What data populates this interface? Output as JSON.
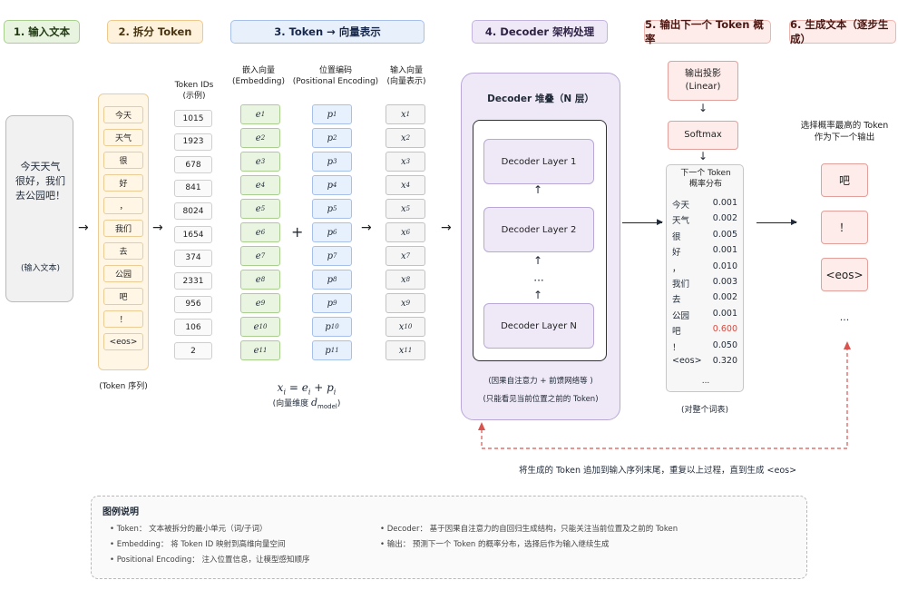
{
  "stages": [
    {
      "label": "1. 输入文本"
    },
    {
      "label": "2. 拆分 Token"
    },
    {
      "label": "3. Token → 向量表示"
    },
    {
      "label": "4. Decoder 架构处理"
    },
    {
      "label": "5. 输出下一个 Token 概率"
    },
    {
      "label": "6. 生成文本（逐步生成）"
    }
  ],
  "input": {
    "lines": [
      "今天天气",
      "很好，我们",
      "去公园吧！"
    ],
    "caption": "(输入文本)"
  },
  "tokens": {
    "items": [
      "今天",
      "天气",
      "很",
      "好",
      "，",
      "我们",
      "去",
      "公园",
      "吧",
      "！",
      "<eos>"
    ],
    "caption": "(Token 序列)"
  },
  "token_ids": {
    "header": [
      "Token IDs",
      "(示例)"
    ],
    "values": [
      "1015",
      "1923",
      "678",
      "841",
      "8024",
      "1654",
      "374",
      "2331",
      "956",
      "106",
      "2"
    ]
  },
  "embedding": {
    "header": [
      "嵌入向量",
      "(Embedding)"
    ],
    "symbol": "e"
  },
  "positional": {
    "header": [
      "位置编码",
      "(Positional Encoding)"
    ],
    "symbol": "p"
  },
  "input_vectors": {
    "header": [
      "输入向量",
      "(向量表示)"
    ],
    "symbol": "x"
  },
  "plus": "+",
  "formula": {
    "x": "x",
    "eq": " = ",
    "e": "e",
    "plus": " + ",
    "p": "p",
    "sub": "i",
    "dim_prefix": "(向量维度 ",
    "d": "d",
    "d_sub": "model",
    "dim_suffix": ")"
  },
  "decoder": {
    "title": "Decoder 堆叠（N 层）",
    "layers": [
      "Decoder Layer 1",
      "Decoder Layer 2",
      "Decoder Layer N"
    ],
    "dots": "···",
    "note1": "(因果自注意力 + 前馈网络等 )",
    "note2": "(只能看见当前位置之前的 Token)"
  },
  "projection": {
    "line1": "输出投影",
    "line2": "(Linear)"
  },
  "softmax": "Softmax",
  "distribution": {
    "title": [
      "下一个 Token",
      "概率分布"
    ],
    "rows": [
      {
        "token": "今天",
        "p": "0.001"
      },
      {
        "token": "天气",
        "p": "0.002"
      },
      {
        "token": "很",
        "p": "0.005"
      },
      {
        "token": "好",
        "p": "0.001"
      },
      {
        "token": "，",
        "p": "0.010"
      },
      {
        "token": "我们",
        "p": "0.003"
      },
      {
        "token": "去",
        "p": "0.002"
      },
      {
        "token": "公园",
        "p": "0.001"
      },
      {
        "token": "吧",
        "p": "0.600"
      },
      {
        "token": "！",
        "p": "0.050"
      },
      {
        "token": "<eos>",
        "p": "0.320"
      }
    ],
    "highlight_index": 8,
    "highlight_color": "#e0473c",
    "more": "...",
    "caption": "(对整个词表)"
  },
  "generate": {
    "note": [
      "选择概率最高的 Token",
      "作为下一个输出"
    ],
    "outputs": [
      "吧",
      "！",
      "<eos>"
    ],
    "more": "..."
  },
  "loop_note": "将生成的 Token 追加到输入序列末尾，重复以上过程，直到生成 <eos>",
  "legend": {
    "title": "图例说明",
    "items": [
      "• Token： 文本被拆分的最小单元（词/子词）",
      "• Embedding： 将 Token ID 映射到高维向量空间",
      "• Positional Encoding： 注入位置信息，让模型感知顺序",
      "• Decoder： 基于因果自注意力的自回归生成结构，只能关注当前位置及之前的 Token",
      "• 输出： 预测下一个 Token 的概率分布，选择后作为输入继续生成"
    ]
  }
}
